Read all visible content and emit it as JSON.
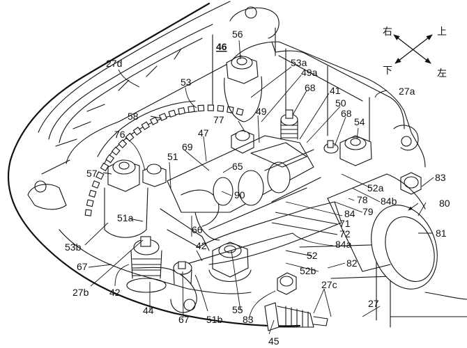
{
  "figure": {
    "type": "patent technical drawing",
    "subject": "engine cylinder head with valve train, camshaft, spark plugs and cover"
  },
  "orientation_compass": {
    "up": "上",
    "down": "下",
    "left": "左",
    "right": "右"
  },
  "reference_numerals": [
    {
      "id": "27",
      "text": "27"
    },
    {
      "id": "27a",
      "text": "27a"
    },
    {
      "id": "27b",
      "text": "27b"
    },
    {
      "id": "27c",
      "text": "27c"
    },
    {
      "id": "27d",
      "text": "27d"
    },
    {
      "id": "41",
      "text": "41"
    },
    {
      "id": "42a",
      "text": "42"
    },
    {
      "id": "42b",
      "text": "42"
    },
    {
      "id": "44",
      "text": "44"
    },
    {
      "id": "45",
      "text": "45"
    },
    {
      "id": "46",
      "text": "46",
      "underlined": true
    },
    {
      "id": "47",
      "text": "47"
    },
    {
      "id": "49",
      "text": "49"
    },
    {
      "id": "49a",
      "text": "49a"
    },
    {
      "id": "50",
      "text": "50"
    },
    {
      "id": "51",
      "text": "51"
    },
    {
      "id": "51a",
      "text": "51a"
    },
    {
      "id": "51b",
      "text": "51b"
    },
    {
      "id": "52",
      "text": "52"
    },
    {
      "id": "52a",
      "text": "52a"
    },
    {
      "id": "52b",
      "text": "52b"
    },
    {
      "id": "53",
      "text": "53"
    },
    {
      "id": "53a",
      "text": "53a"
    },
    {
      "id": "53b",
      "text": "53b"
    },
    {
      "id": "54",
      "text": "54"
    },
    {
      "id": "55",
      "text": "55"
    },
    {
      "id": "56",
      "text": "56"
    },
    {
      "id": "57",
      "text": "57"
    },
    {
      "id": "58",
      "text": "58"
    },
    {
      "id": "65",
      "text": "65"
    },
    {
      "id": "66",
      "text": "66"
    },
    {
      "id": "67a",
      "text": "67"
    },
    {
      "id": "67b",
      "text": "67"
    },
    {
      "id": "68a",
      "text": "68"
    },
    {
      "id": "68b",
      "text": "68"
    },
    {
      "id": "69",
      "text": "69"
    },
    {
      "id": "71",
      "text": "71"
    },
    {
      "id": "72",
      "text": "72"
    },
    {
      "id": "76",
      "text": "76"
    },
    {
      "id": "77",
      "text": "77"
    },
    {
      "id": "78",
      "text": "78"
    },
    {
      "id": "79",
      "text": "79"
    },
    {
      "id": "80",
      "text": "80"
    },
    {
      "id": "81",
      "text": "81"
    },
    {
      "id": "82",
      "text": "82"
    },
    {
      "id": "83a",
      "text": "83"
    },
    {
      "id": "83b",
      "text": "83"
    },
    {
      "id": "84",
      "text": "84"
    },
    {
      "id": "84a",
      "text": "84a"
    },
    {
      "id": "84b",
      "text": "84b"
    },
    {
      "id": "90",
      "text": "90"
    }
  ]
}
